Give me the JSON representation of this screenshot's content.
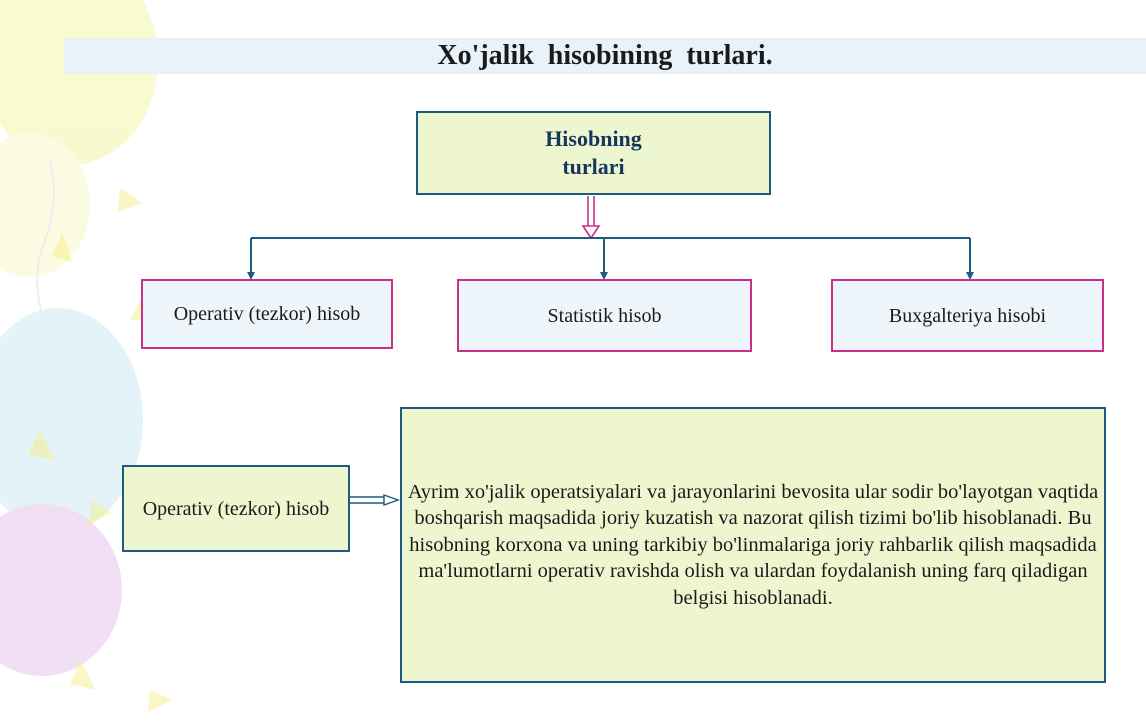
{
  "title": "Xo'jalik  hisobining  turlari.",
  "root": {
    "label": "Hisobning turlari"
  },
  "children": [
    {
      "label": "Operativ (tezkor) hisob"
    },
    {
      "label": "Statistik hisob"
    },
    {
      "label": "Buxgalteriya hisobi"
    }
  ],
  "detail": {
    "term": "Operativ (tezkor) hisob",
    "description": "Ayrim xo'jalik  operatsiyalari va jarayonlarini bevosita ular sodir bo'layotgan vaqtida boshqarish maqsadida joriy kuzatish va nazorat qilish tizimi bo'lib hisoblanadi. Bu hisobning korxona va uning tarkibiy bo'linmalariga  joriy rahbarlik qilish maqsadida ma'lumotlarni  operativ ravishda olish va ulardan foydalanish  uning farq qiladigan belgisi hisoblanadi."
  },
  "colors": {
    "title_band": "#e8f2fa",
    "root_fill": "#eef6cf",
    "root_border": "#1f5b80",
    "child_fill": "#eef6fc",
    "child_border": "#cc2f86",
    "connector": "#1f5b80",
    "down_arrow": "#cc2f86"
  }
}
